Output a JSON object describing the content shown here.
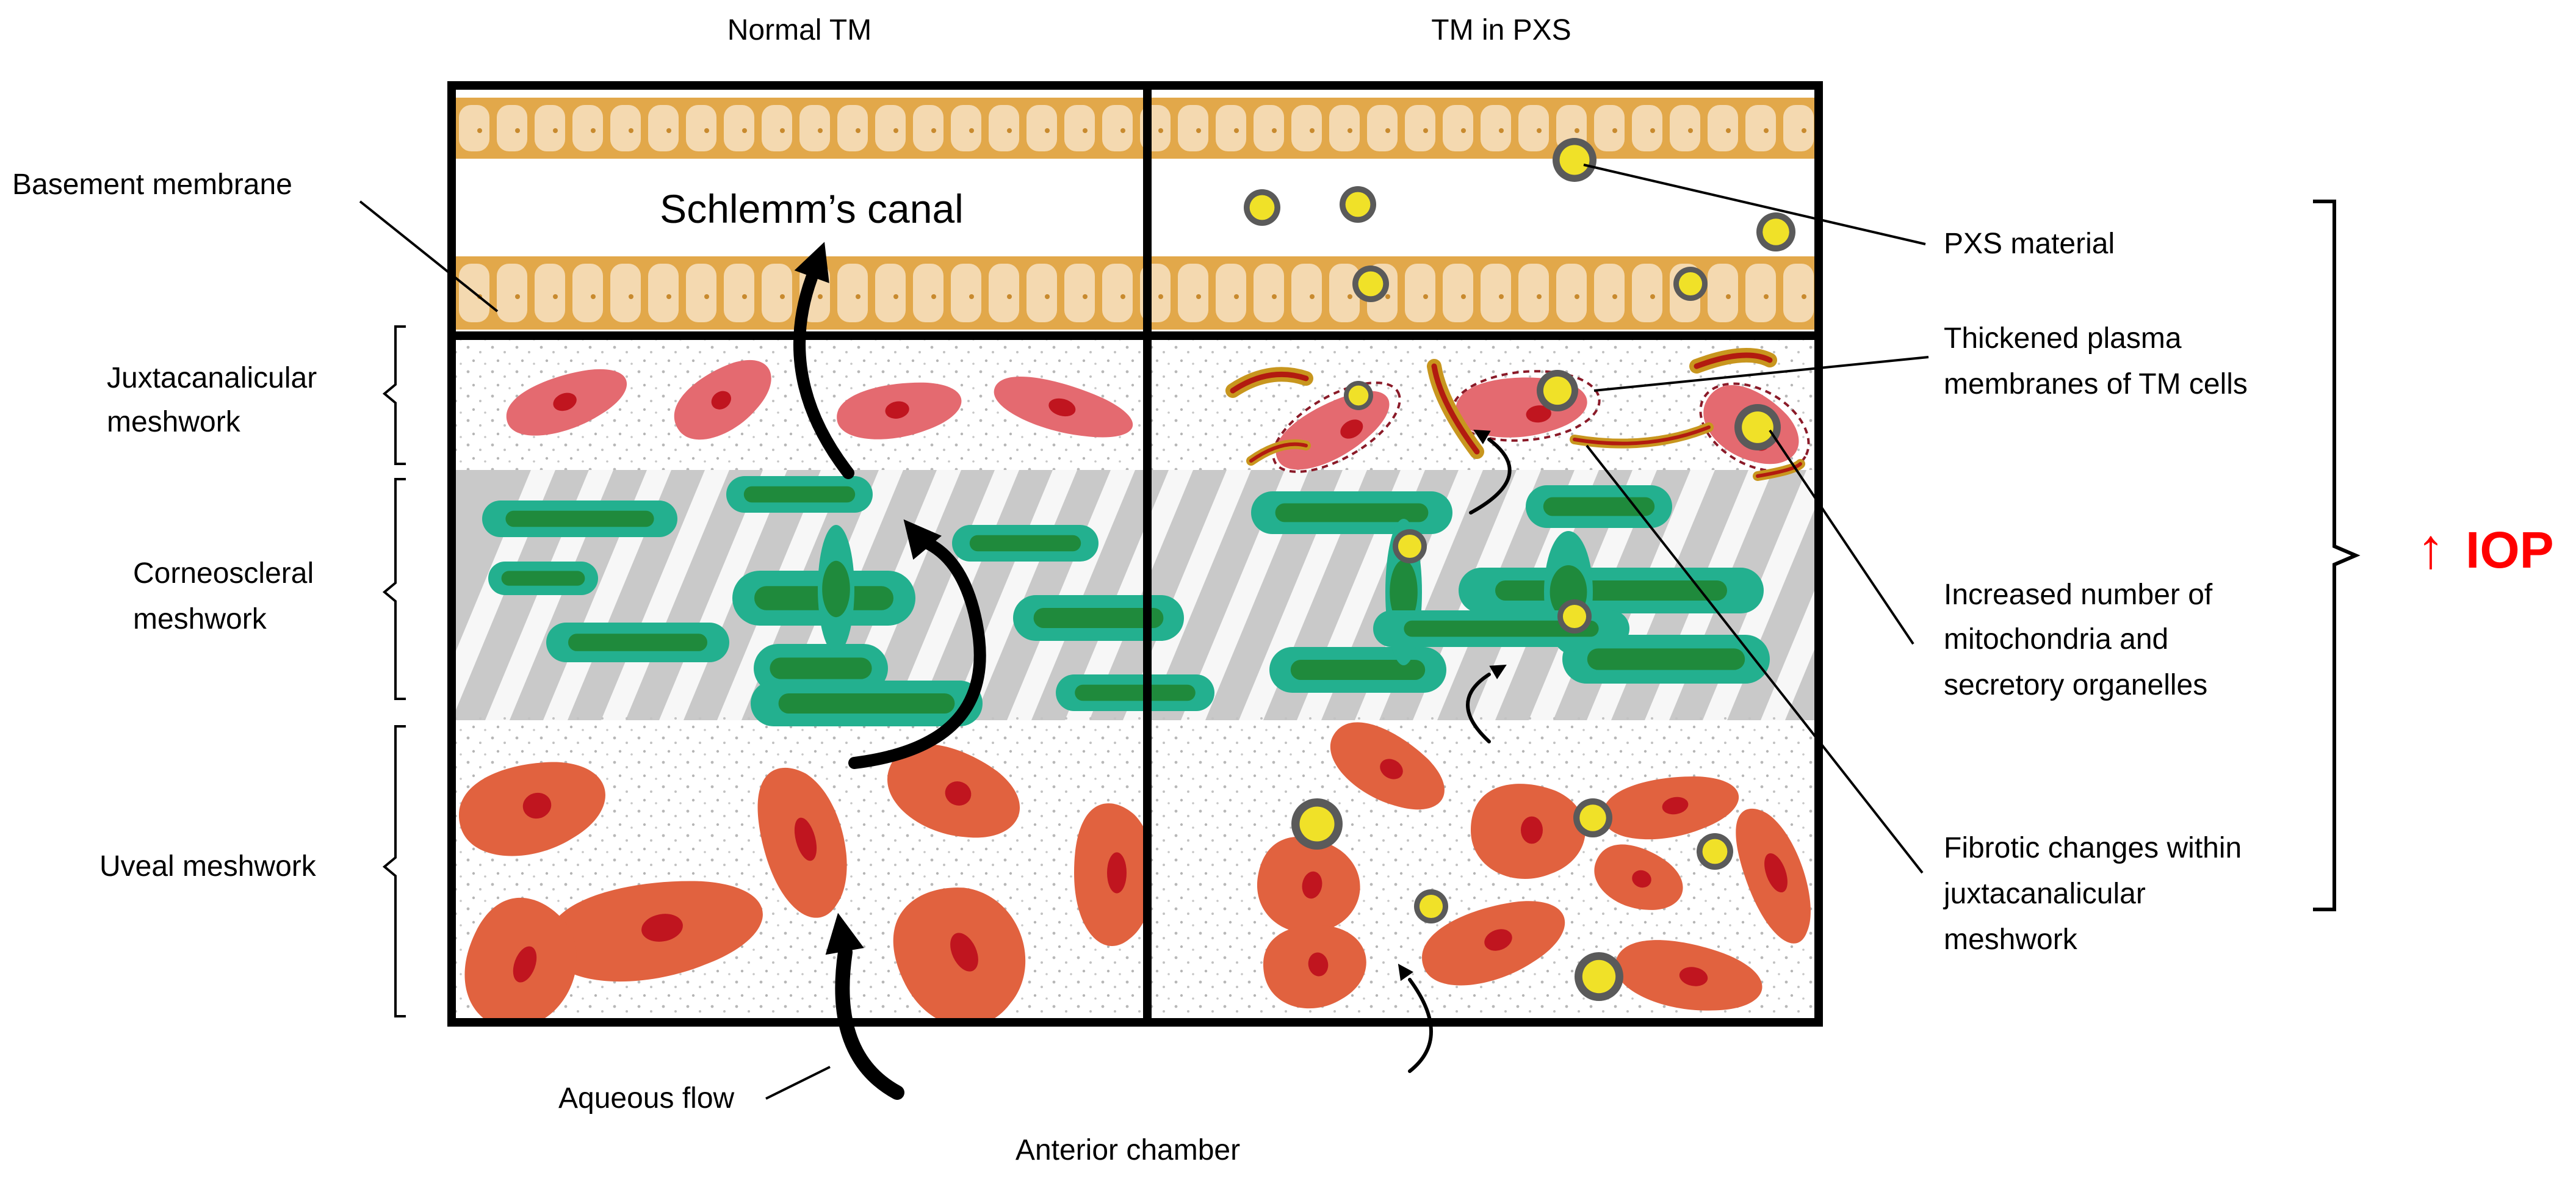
{
  "titles": {
    "left": "Normal TM",
    "right": "TM in PXS"
  },
  "canal_label": "Schlemm’s canal",
  "left_labels": {
    "basement": "Basement membrane",
    "juxta_1": "Juxtacanalicular",
    "juxta_2": "meshwork",
    "corneo_1": "Corneoscleral",
    "corneo_2": "meshwork",
    "uveal": "Uveal meshwork",
    "aqueous": "Aqueous flow"
  },
  "bottom_label": "Anterior chamber",
  "right_labels": {
    "pxs": "PXS material",
    "thick_1": "Thickened plasma",
    "thick_2": "membranes of TM cells",
    "mito_1": "Increased number of",
    "mito_2": "mitochondria and",
    "mito_3": "secretory organelles",
    "fib_1": "Fibrotic changes within",
    "fib_2": "juxtacanalicular",
    "fib_3": "meshwork"
  },
  "iop": {
    "arrow": "↑",
    "label": "IOP"
  },
  "colors": {
    "frame": "#000000",
    "endothelium": "#e2a84a",
    "endothelium_cell": "#f4d9b0",
    "juxta_cell": "#e46a70",
    "nucleus": "#c0151f",
    "uveal_cell": "#e1623f",
    "beam_outer": "#23b08f",
    "beam_inner": "#1f8a3c",
    "beam_bg": "#c9c9c9",
    "pxs_outer": "#5a5a5a",
    "pxs_inner": "#f0e128",
    "fibrosis": "#c8961e",
    "iop": "#ff0000"
  }
}
